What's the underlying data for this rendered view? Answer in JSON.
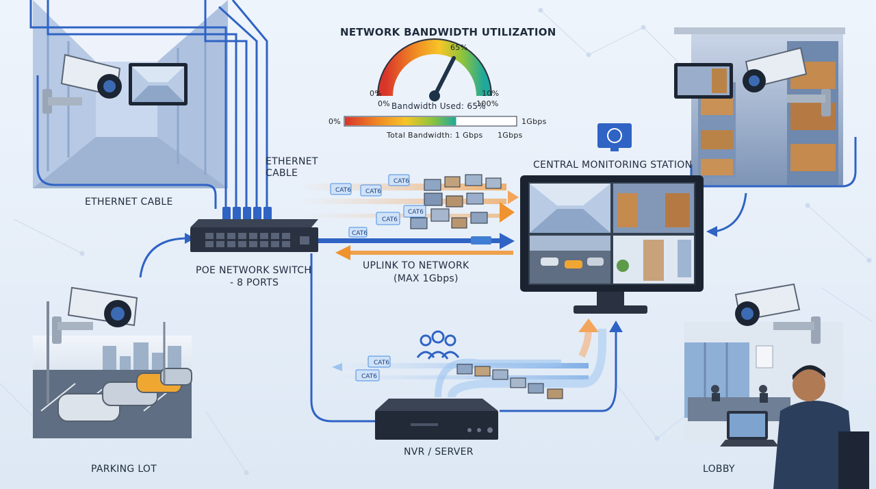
{
  "title": "NETWORK BANDWIDTH UTILIZATION",
  "gauge": {
    "value_label": "65%",
    "min_label": "0%",
    "min_label_2": "0%",
    "max_label": "10%",
    "max_label_2": "100%",
    "used_caption": "Bandwidth Used: 65%",
    "value": 65,
    "colors": [
      "#d9352a",
      "#f08a24",
      "#f6c528",
      "#8fc43a",
      "#1fa89c"
    ]
  },
  "bandwidth_bar": {
    "left_label": "0%",
    "right_label": "1Gbps",
    "caption": "Total Bandwidth: 1 Gbps",
    "caption_unit": "1Gbps",
    "fill_fraction": 0.65
  },
  "labels": {
    "ethernet_top": "ETHERNET",
    "cable_top": "CABLE",
    "ethernet_cable_left": "ETHERNET CABLE",
    "switch_line1": "POE NETWORK SWITCH",
    "switch_line2": "- 8 PORTS",
    "uplink_line1": "UPLINK TO NETWORK",
    "uplink_line2": "(MAX 1Gbps)",
    "monitoring_station": "CENTRAL MONITORING STATION",
    "nvr": "NVR / SERVER",
    "parking": "PARKING LOT",
    "lobby": "LOBBY"
  },
  "packet_tags": {
    "upper": [
      "CAT6",
      "CAT6",
      "CAT6",
      "CAT6",
      "CAT6",
      "CAT6"
    ],
    "lower": [
      "CAT6",
      "CAT6"
    ]
  },
  "colors": {
    "cable_blue": "#2f63c4",
    "arrow_orange": "#f0922e",
    "arrow_blue": "#4a8fe0",
    "device_dark": "#2a3140"
  }
}
